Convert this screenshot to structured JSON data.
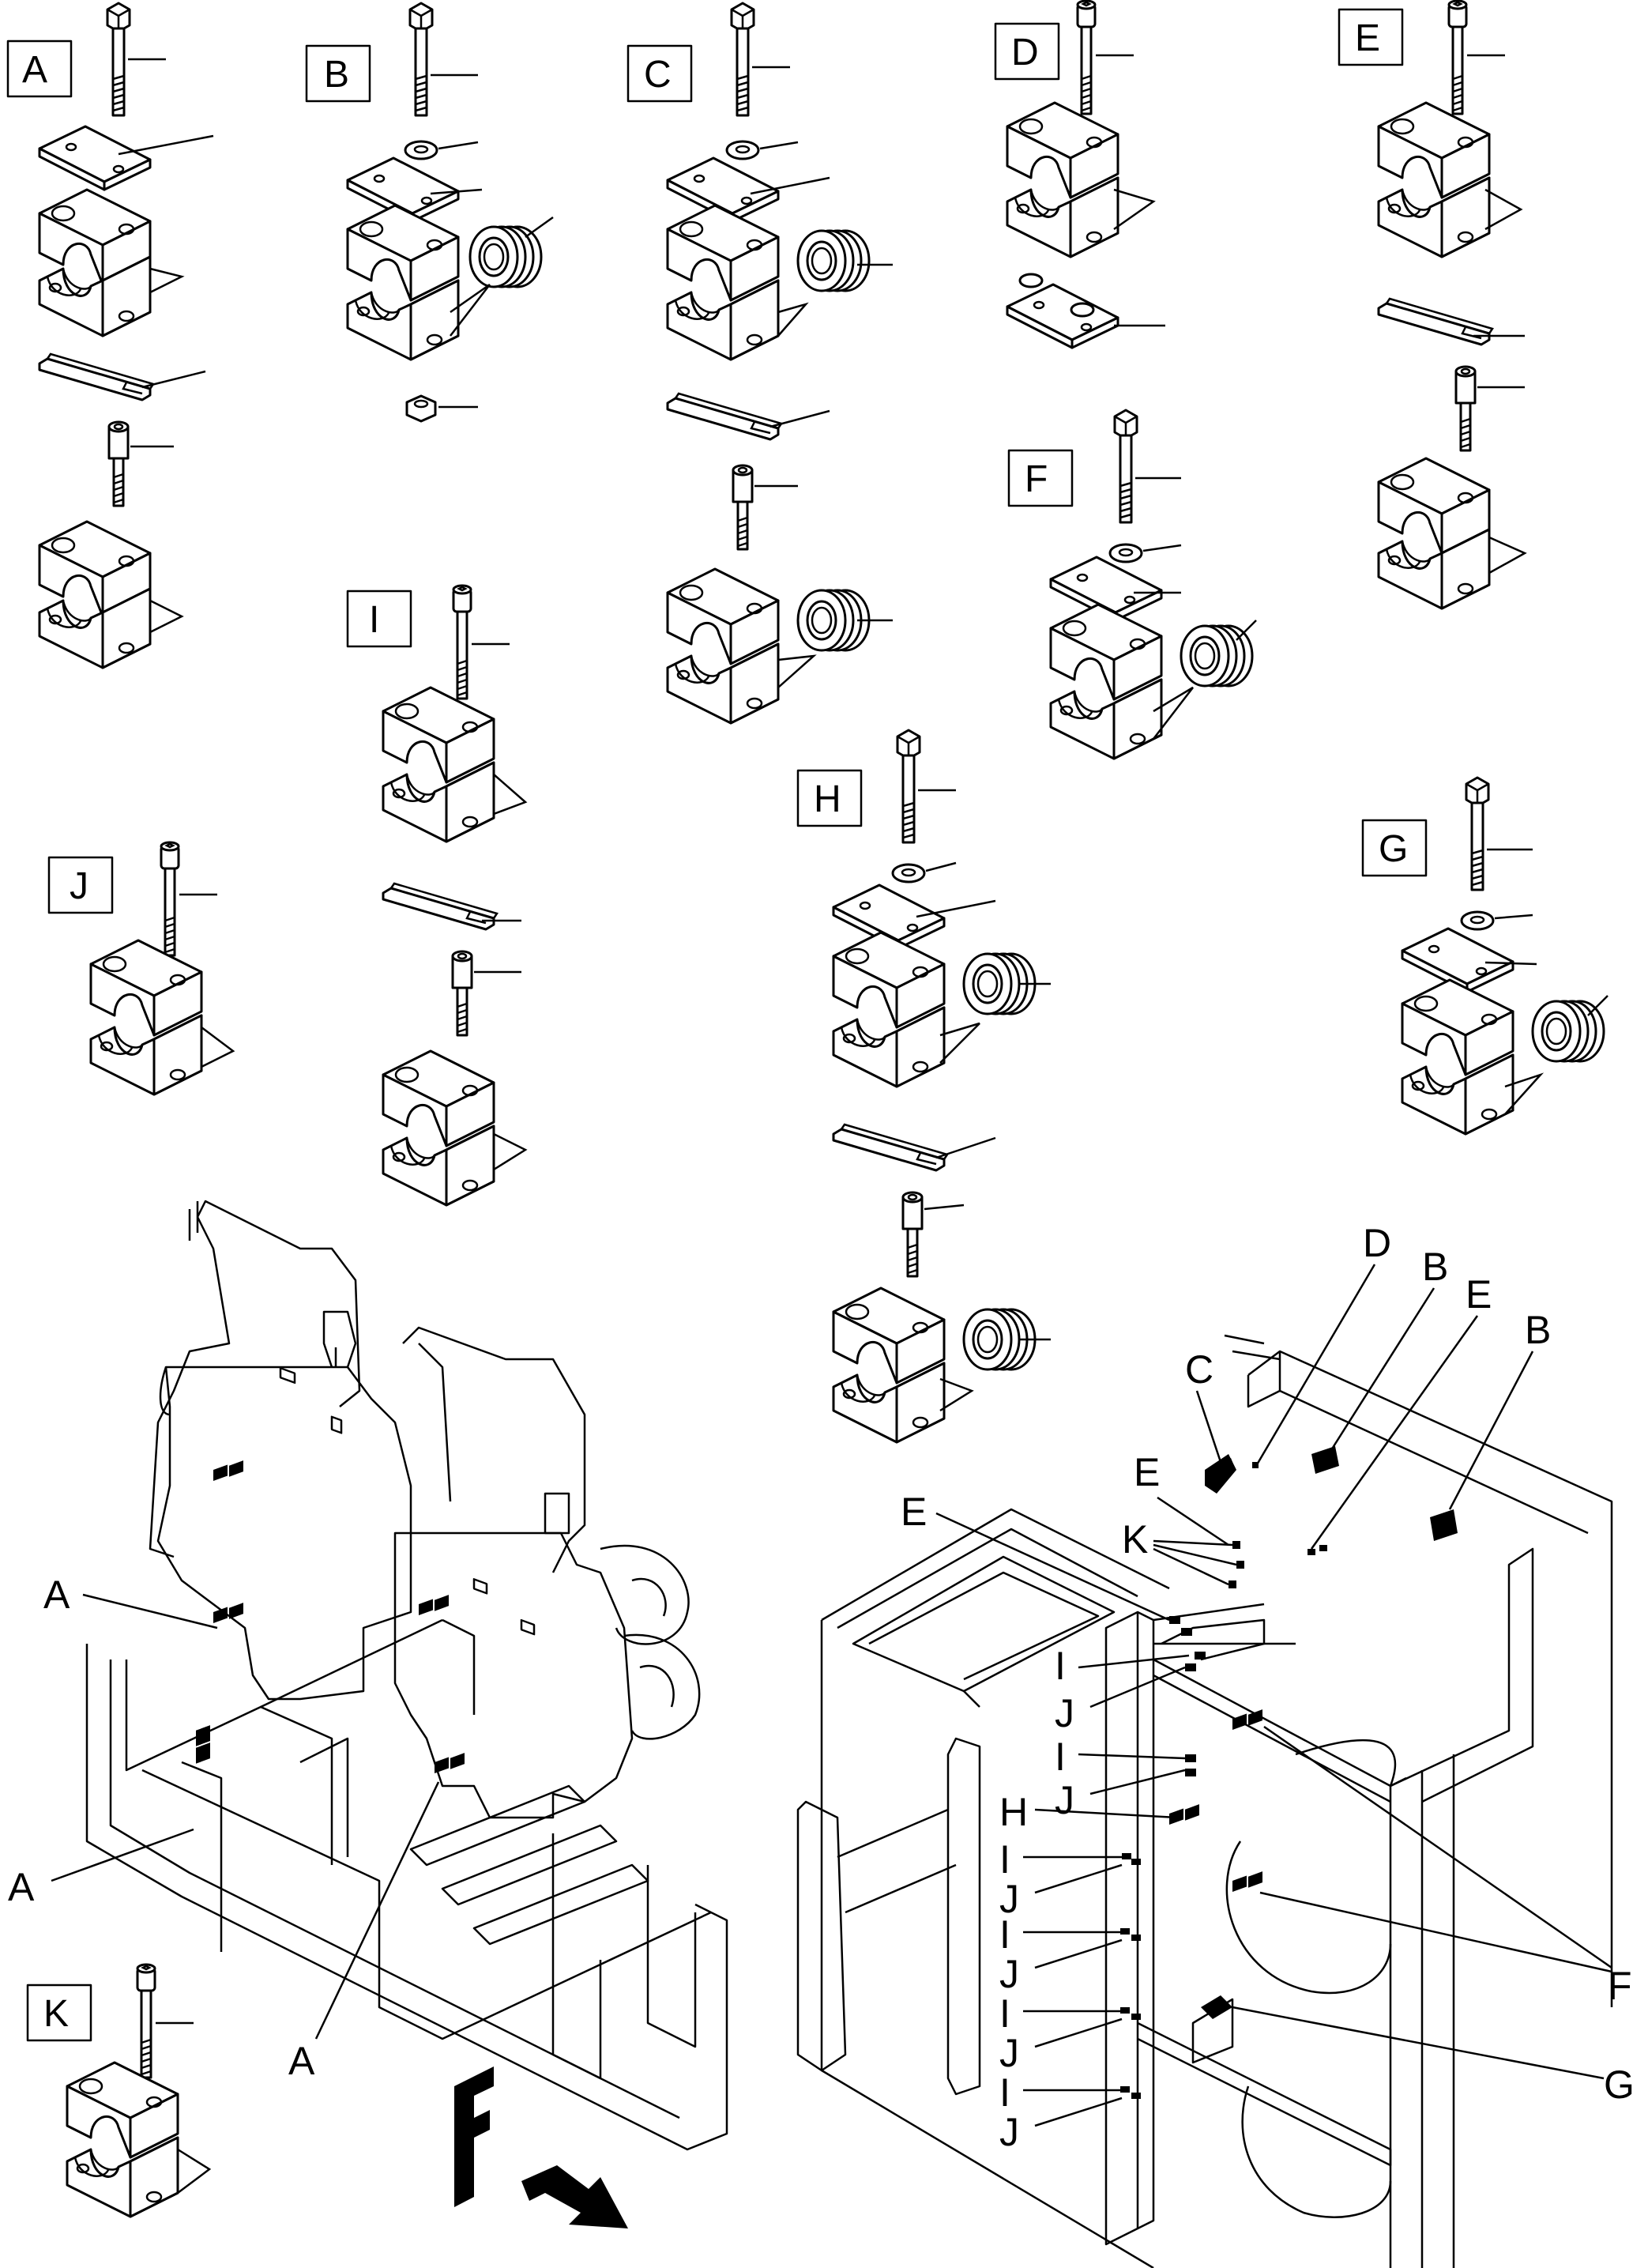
{
  "kits": [
    {
      "id": "A",
      "label": "A"
    },
    {
      "id": "B",
      "label": "B"
    },
    {
      "id": "C",
      "label": "C"
    },
    {
      "id": "D",
      "label": "D"
    },
    {
      "id": "E",
      "label": "E"
    },
    {
      "id": "F",
      "label": "F"
    },
    {
      "id": "G",
      "label": "G"
    },
    {
      "id": "H",
      "label": "H"
    },
    {
      "id": "I",
      "label": "I"
    },
    {
      "id": "J",
      "label": "J"
    },
    {
      "id": "K",
      "label": "K"
    }
  ],
  "callouts": {
    "left_assembly": [
      "A",
      "A",
      "A"
    ],
    "right_assembly": [
      "D",
      "B",
      "E",
      "B",
      "C",
      "E",
      "K",
      "E",
      "I",
      "J",
      "I",
      "J",
      "H",
      "I",
      "J",
      "I",
      "J",
      "I",
      "J",
      "I",
      "J",
      "F",
      "G"
    ]
  },
  "direction_arrow": {
    "label": "F",
    "icon": "forward-direction-arrow-icon"
  }
}
